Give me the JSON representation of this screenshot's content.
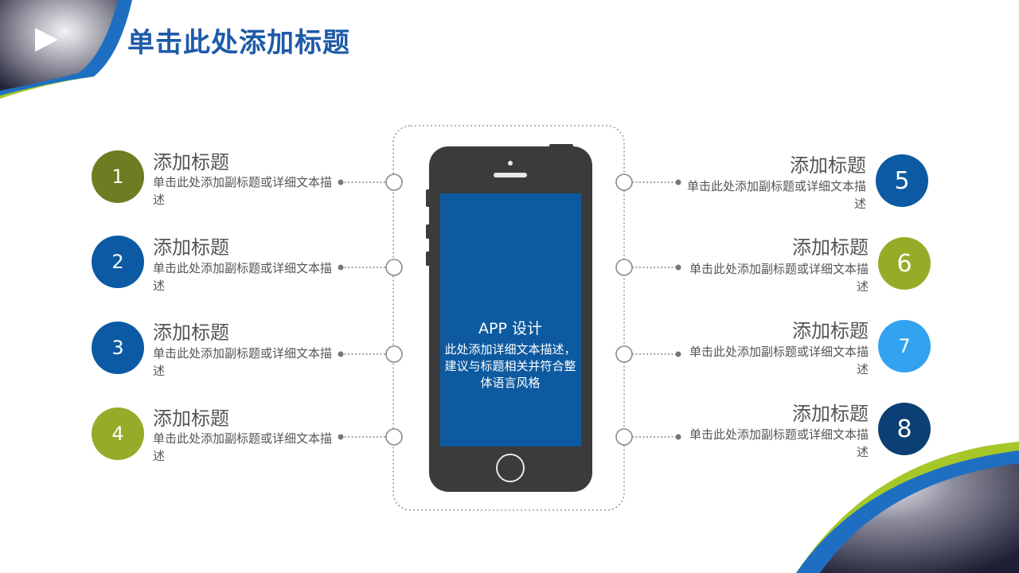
{
  "slide": {
    "title": "单击此处添加标题"
  },
  "phone": {
    "title": "APP 设计",
    "desc": "此处添加详细文本描述，建议与标题相关并符合整体语言风格"
  },
  "colors": {
    "title": "#1e5aa8",
    "phone_body": "#3b3b3b",
    "phone_screen": "#0e5aa0",
    "olive": "#6e7c22",
    "blue": "#0b5aa3",
    "lime": "#95ac28",
    "light_blue": "#33a2f0",
    "navy": "#0c3f73"
  },
  "left_items": [
    {
      "num": "1",
      "title": "添加标题",
      "desc": "单击此处添加副标题或详细文本描述",
      "color": "#6e7c22"
    },
    {
      "num": "2",
      "title": "添加标题",
      "desc": "单击此处添加副标题或详细文本描述",
      "color": "#0b5aa3"
    },
    {
      "num": "3",
      "title": "添加标题",
      "desc": "单击此处添加副标题或详细文本描述",
      "color": "#0b5aa3"
    },
    {
      "num": "4",
      "title": "添加标题",
      "desc": "单击此处添加副标题或详细文本描述",
      "color": "#95ac28"
    }
  ],
  "right_items": [
    {
      "num": "5",
      "title": "添加标题",
      "desc": "单击此处添加副标题或详细文本描述",
      "color": "#0b5aa3"
    },
    {
      "num": "6",
      "title": "添加标题",
      "desc": "单击此处添加副标题或详细文本描述",
      "color": "#95ac28"
    },
    {
      "num": "7",
      "title": "添加标题",
      "desc": "单击此处添加副标题或详细文本描述",
      "color": "#33a2f0"
    },
    {
      "num": "8",
      "title": "添加标题",
      "desc": "单击此处添加副标题或详细文本描述",
      "color": "#0c3f73"
    }
  ]
}
